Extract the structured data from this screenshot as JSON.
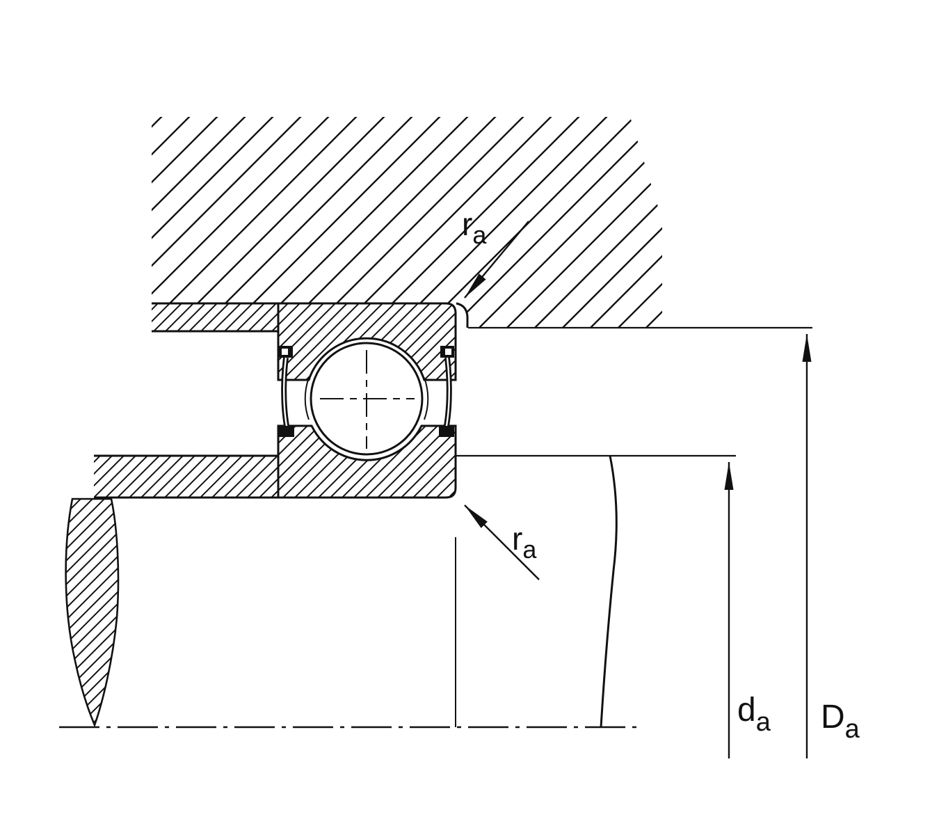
{
  "diagram": {
    "labels": {
      "ra_top": {
        "base": "r",
        "sub": "a"
      },
      "ra_bottom": {
        "base": "r",
        "sub": "a"
      },
      "da": {
        "base": "d",
        "sub": "a"
      },
      "Da": {
        "base": "D",
        "sub": "a"
      }
    },
    "colors": {
      "line": "#111111",
      "background": "#ffffff"
    }
  }
}
